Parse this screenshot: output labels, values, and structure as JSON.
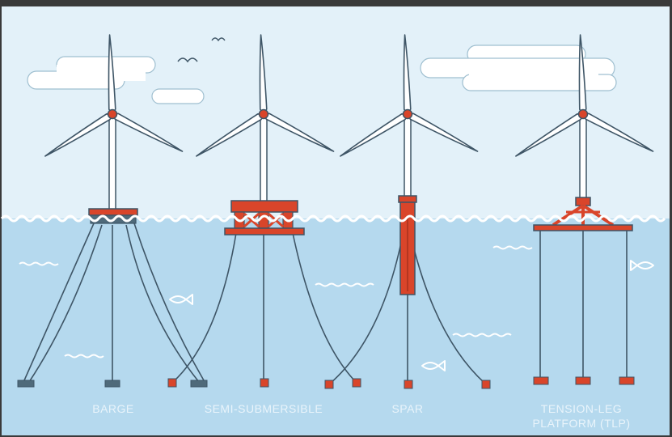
{
  "diagram": {
    "platforms": [
      {
        "id": "barge",
        "label_lines": [
          "BARGE"
        ]
      },
      {
        "id": "semi-submersible",
        "label_lines": [
          "SEMI-SUBMERSIBLE"
        ]
      },
      {
        "id": "spar",
        "label_lines": [
          "SPAR"
        ]
      },
      {
        "id": "tlp",
        "label_lines": [
          "TENSION-LEG",
          "PLATFORM (TLP)"
        ]
      }
    ],
    "colors": {
      "sky": "#e3f1f9",
      "water": "#b5d9ee",
      "outline": "#3e5566",
      "accent": "#d9452a",
      "turbine": "#ffffff",
      "cloud": "#ffffff",
      "label": "#e9f4fb",
      "frame": "#3a3a3a"
    },
    "icons": [
      "bird-icon",
      "fish-icon",
      "cloud-icon",
      "wave-icon"
    ]
  }
}
